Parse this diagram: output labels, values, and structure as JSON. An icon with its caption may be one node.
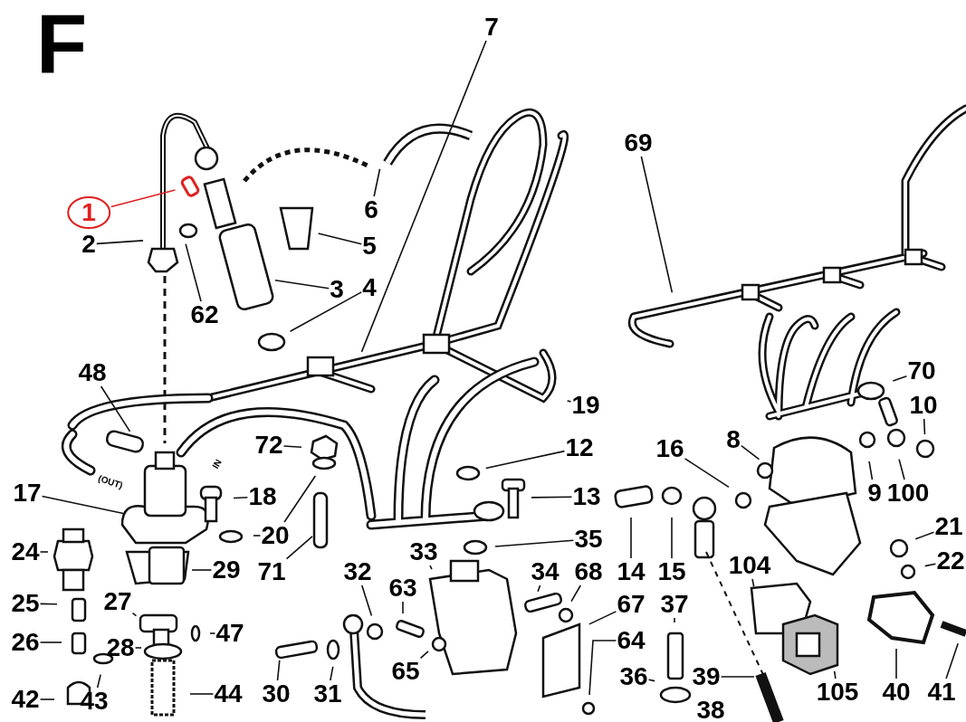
{
  "diagram": {
    "title": "F",
    "nodes": [
      {
        "text": [
          "1"
        ]
      },
      {
        "text": [
          "2"
        ]
      },
      {
        "text": [
          "3"
        ]
      },
      {
        "text": [
          "4"
        ]
      },
      {
        "text": [
          "5"
        ]
      },
      {
        "text": [
          "6"
        ]
      },
      {
        "text": [
          "7"
        ]
      },
      {
        "text": [
          "62"
        ]
      },
      {
        "text": [
          "69"
        ]
      },
      {
        "text": [
          "48"
        ]
      },
      {
        "text": [
          "17"
        ]
      },
      {
        "text": [
          "72"
        ]
      },
      {
        "text": [
          "18"
        ]
      },
      {
        "text": [
          "20"
        ]
      },
      {
        "text": [
          "71"
        ]
      },
      {
        "text": [
          "24"
        ]
      },
      {
        "text": [
          "29"
        ]
      },
      {
        "text": [
          "25"
        ]
      },
      {
        "text": [
          "27"
        ]
      },
      {
        "text": [
          "47"
        ]
      },
      {
        "text": [
          "26"
        ]
      },
      {
        "text": [
          "28"
        ]
      },
      {
        "text": [
          "42"
        ]
      },
      {
        "text": [
          "43"
        ]
      },
      {
        "text": [
          "44"
        ]
      },
      {
        "text": [
          "30"
        ]
      },
      {
        "text": [
          "31"
        ]
      },
      {
        "text": [
          "19"
        ]
      },
      {
        "text": [
          "12"
        ]
      },
      {
        "text": [
          "13"
        ]
      },
      {
        "text": [
          "35"
        ]
      },
      {
        "text": [
          "33"
        ]
      },
      {
        "text": [
          "32"
        ]
      },
      {
        "text": [
          "63"
        ]
      },
      {
        "text": [
          "65"
        ]
      },
      {
        "text": [
          "34"
        ]
      },
      {
        "text": [
          "68"
        ]
      },
      {
        "text": [
          "14"
        ]
      },
      {
        "text": [
          "67"
        ]
      },
      {
        "text": [
          "64"
        ]
      },
      {
        "text": [
          "36"
        ]
      },
      {
        "text": [
          "16"
        ]
      },
      {
        "text": [
          "8"
        ]
      },
      {
        "text": [
          "15"
        ]
      },
      {
        "text": [
          "37"
        ]
      },
      {
        "text": [
          "104"
        ]
      },
      {
        "text": [
          "39"
        ]
      },
      {
        "text": [
          "38"
        ]
      },
      {
        "text": [
          "105"
        ]
      },
      {
        "text": [
          "70"
        ]
      },
      {
        "text": [
          "10"
        ]
      },
      {
        "text": [
          "9"
        ]
      },
      {
        "text": [
          "100"
        ]
      },
      {
        "text": [
          "21"
        ]
      },
      {
        "text": [
          "22"
        ]
      },
      {
        "text": [
          "40"
        ]
      },
      {
        "text": [
          "41"
        ]
      }
    ],
    "edges": [
      {
        "from": 0,
        "to": null,
        "arrow": "none",
        "color": "#e02020"
      },
      {
        "from": 1,
        "to": null,
        "arrow": "none"
      },
      {
        "from": 2,
        "to": null,
        "arrow": "none"
      },
      {
        "from": 3,
        "to": null,
        "arrow": "none"
      },
      {
        "from": 4,
        "to": null,
        "arrow": "none"
      },
      {
        "from": 5,
        "to": null,
        "arrow": "none"
      },
      {
        "from": 6,
        "to": null,
        "arrow": "none"
      },
      {
        "from": 7,
        "to": null,
        "arrow": "none"
      },
      {
        "from": 8,
        "to": null,
        "arrow": "none"
      },
      {
        "from": 9,
        "to": null,
        "arrow": "none"
      },
      {
        "from": 10,
        "to": null,
        "arrow": "none"
      },
      {
        "from": 11,
        "to": null,
        "arrow": "none"
      },
      {
        "from": 12,
        "to": null,
        "arrow": "none"
      },
      {
        "from": 13,
        "to": null,
        "arrow": "none"
      },
      {
        "from": 13,
        "to": null,
        "arrow": "none"
      },
      {
        "from": 14,
        "to": null,
        "arrow": "none"
      },
      {
        "from": 15,
        "to": null,
        "arrow": "none"
      },
      {
        "from": 16,
        "to": null,
        "arrow": "none"
      },
      {
        "from": 17,
        "to": null,
        "arrow": "none"
      },
      {
        "from": 18,
        "to": null,
        "arrow": "none"
      },
      {
        "from": 19,
        "to": null,
        "arrow": "none"
      },
      {
        "from": 20,
        "to": null,
        "arrow": "none"
      },
      {
        "from": 21,
        "to": null,
        "arrow": "none"
      },
      {
        "from": 22,
        "to": null,
        "arrow": "none"
      },
      {
        "from": 23,
        "to": null,
        "arrow": "none"
      },
      {
        "from": 24,
        "to": null,
        "arrow": "none"
      },
      {
        "from": 25,
        "to": null,
        "arrow": "none"
      },
      {
        "from": 26,
        "to": null,
        "arrow": "none"
      },
      {
        "from": 27,
        "to": null,
        "arrow": "none"
      },
      {
        "from": 28,
        "to": null,
        "arrow": "none"
      },
      {
        "from": 29,
        "to": null,
        "arrow": "none"
      },
      {
        "from": 30,
        "to": null,
        "arrow": "none"
      },
      {
        "from": 31,
        "to": null,
        "arrow": "none"
      },
      {
        "from": 32,
        "to": null,
        "arrow": "none"
      },
      {
        "from": 33,
        "to": null,
        "arrow": "none"
      },
      {
        "from": 34,
        "to": null,
        "arrow": "none"
      },
      {
        "from": 35,
        "to": null,
        "arrow": "none"
      },
      {
        "from": 36,
        "to": null,
        "arrow": "none"
      },
      {
        "from": 37,
        "to": null,
        "arrow": "none"
      },
      {
        "from": 38,
        "to": null,
        "arrow": "none"
      },
      {
        "from": 39,
        "to": null,
        "arrow": "none"
      },
      {
        "from": 40,
        "to": null,
        "arrow": "none"
      },
      {
        "from": 41,
        "to": null,
        "arrow": "none"
      },
      {
        "from": 42,
        "to": null,
        "arrow": "none"
      },
      {
        "from": 43,
        "to": null,
        "arrow": "none"
      },
      {
        "from": 44,
        "to": null,
        "arrow": "none"
      },
      {
        "from": 45,
        "to": null,
        "arrow": "none"
      },
      {
        "from": 46,
        "to": null,
        "arrow": "none"
      },
      {
        "from": 48,
        "to": null,
        "arrow": "none"
      },
      {
        "from": 49,
        "to": null,
        "arrow": "none"
      },
      {
        "from": 50,
        "to": null,
        "arrow": "none"
      },
      {
        "from": 51,
        "to": null,
        "arrow": "none"
      },
      {
        "from": 52,
        "to": null,
        "arrow": "none"
      },
      {
        "from": 53,
        "to": null,
        "arrow": "none"
      },
      {
        "from": 54,
        "to": null,
        "arrow": "none"
      },
      {
        "from": 55,
        "to": null,
        "arrow": "none"
      },
      {
        "from": 56,
        "to": null,
        "arrow": "none"
      }
    ],
    "labels": [
      "(OUT)",
      "IN"
    ]
  }
}
